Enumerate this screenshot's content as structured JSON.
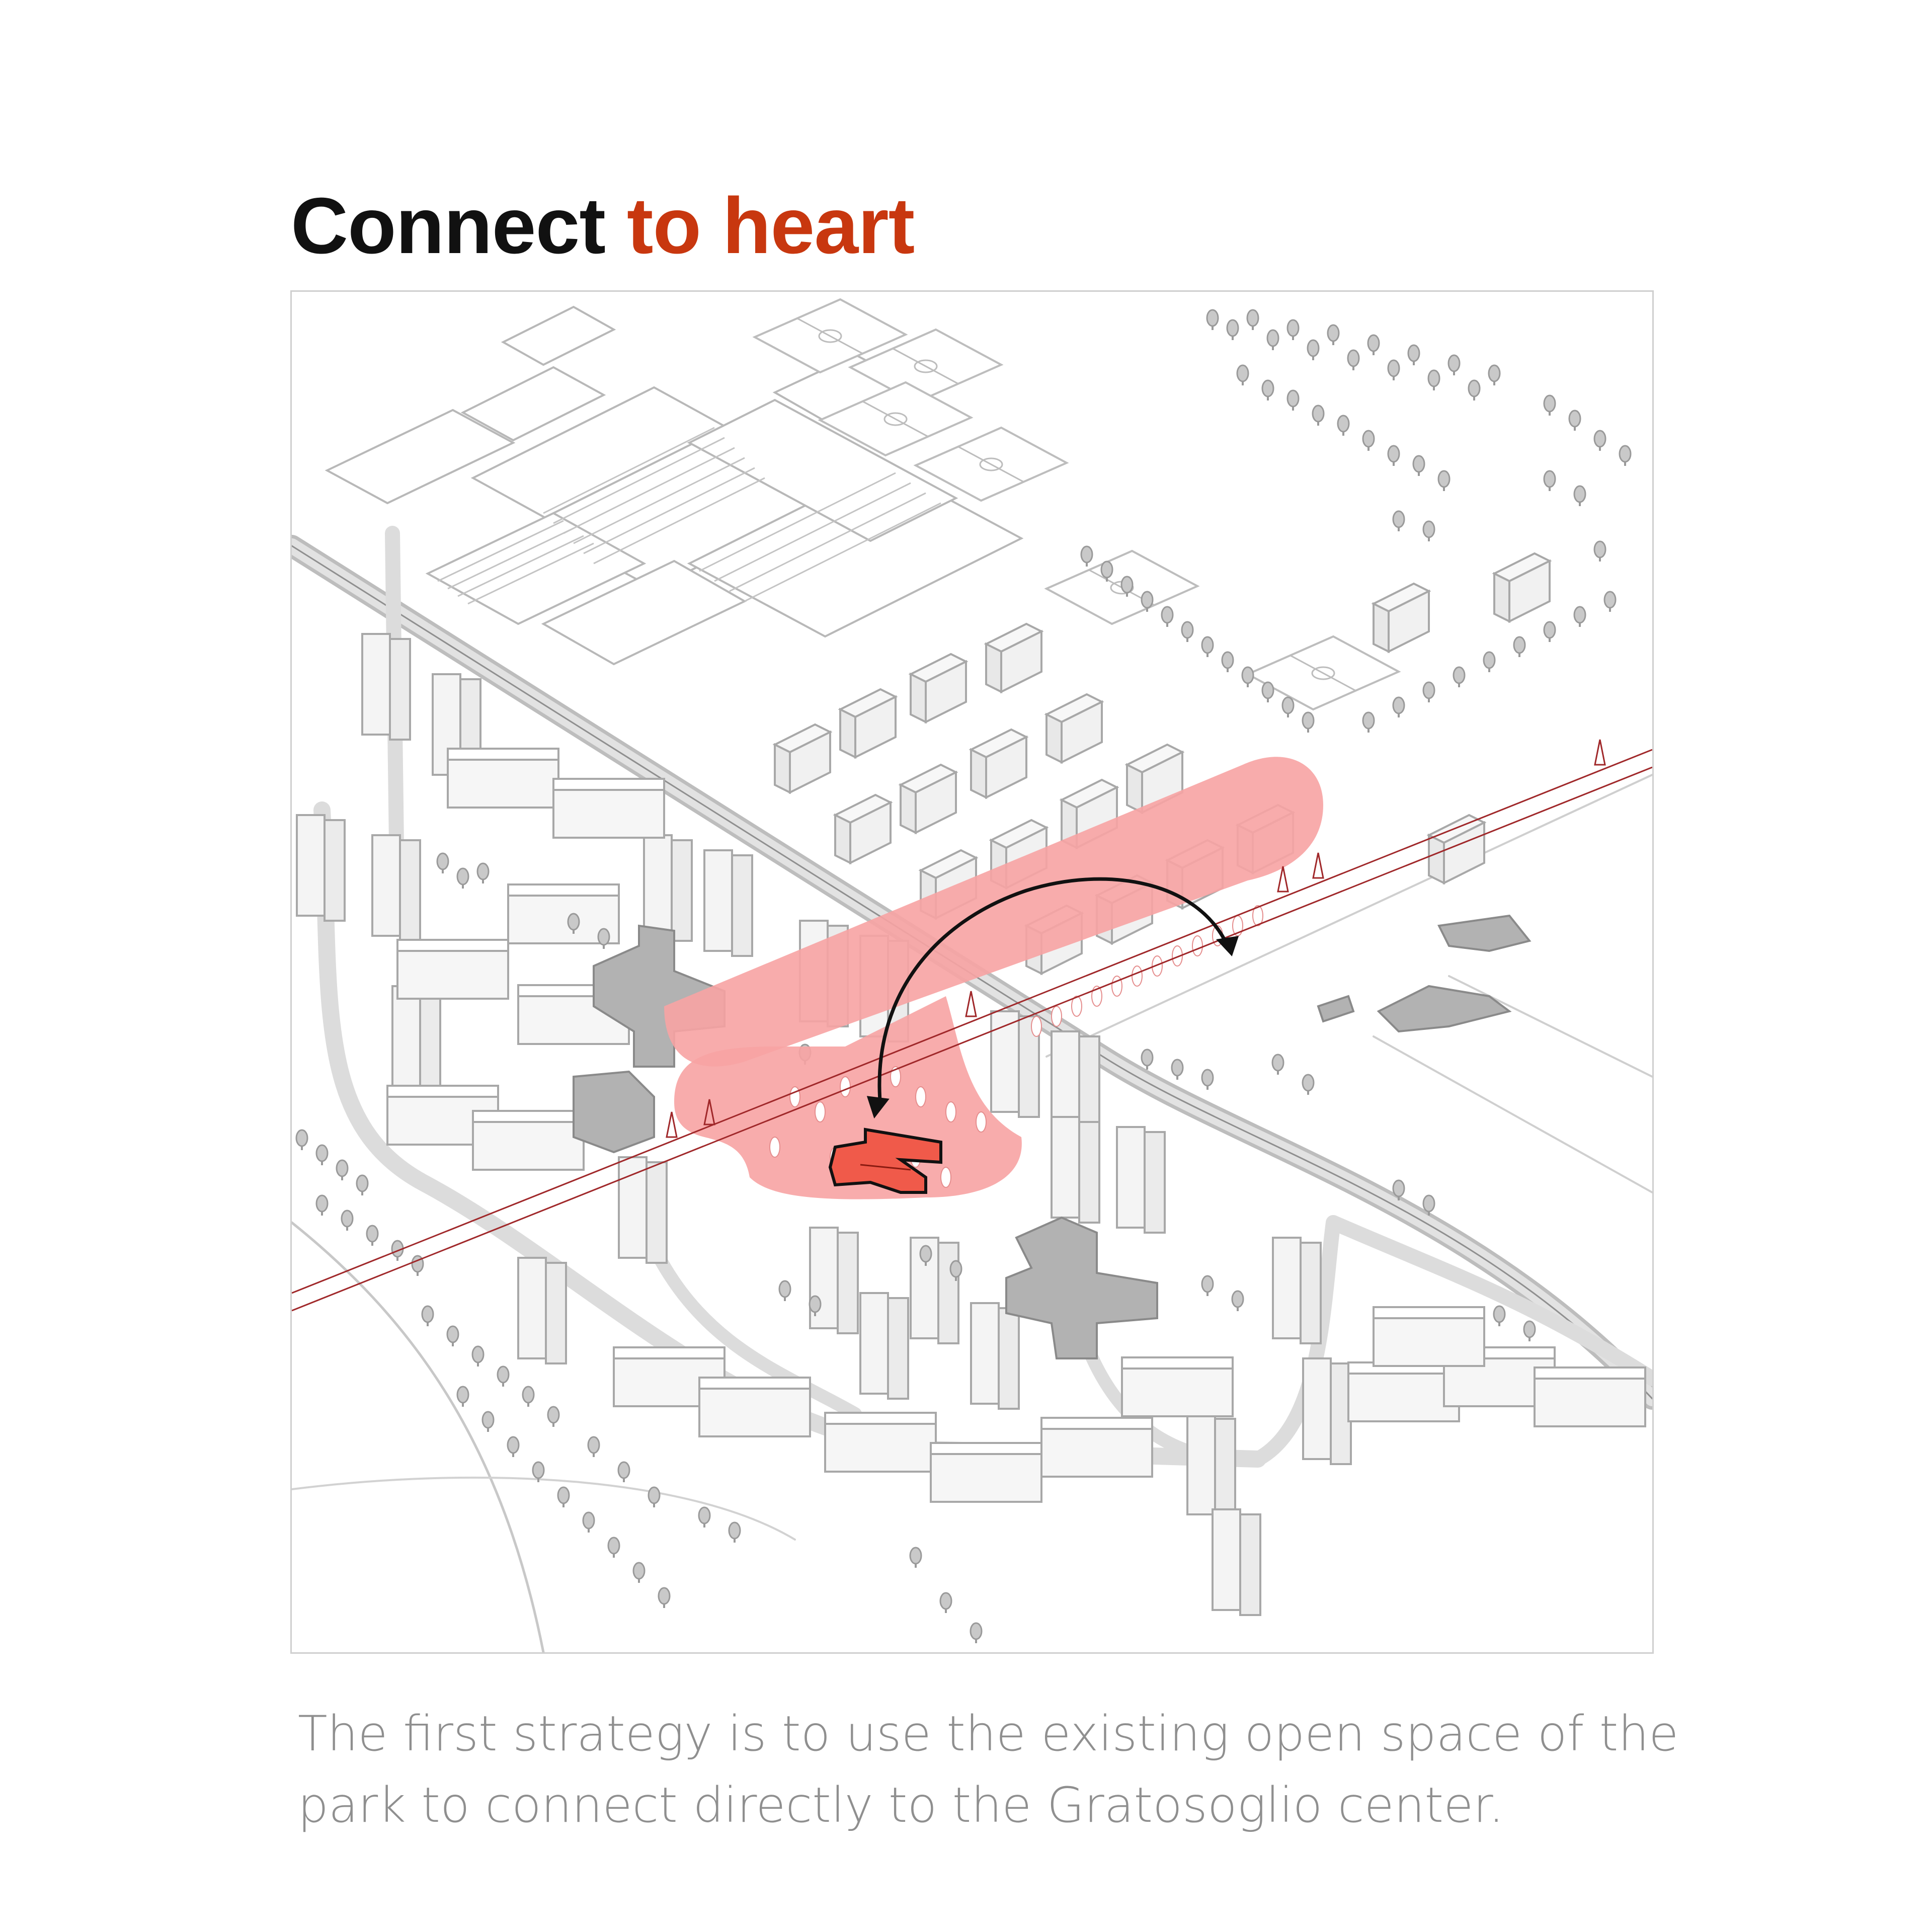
{
  "title": {
    "part1": "Connect ",
    "part2": "to heart"
  },
  "caption": {
    "line1": "The first strategy is to use the existing open space of the",
    "line2": "park to connect directly to the Gratosoglio center."
  },
  "colors": {
    "title_dark": "#111111",
    "title_accent": "#c8370f",
    "highlight_zone": "#f7a3a3",
    "center_building": "#f05a4a",
    "power_line": "#a0282a",
    "arrow": "#111111",
    "buildings_outline": "#a8a8a8",
    "buildings_fill": "#f5f5f5",
    "institution_fill": "#a9a9a9",
    "roads": "#d6d6d6",
    "trees": "#9d9d9d",
    "caption": "#8f8f8f"
  }
}
